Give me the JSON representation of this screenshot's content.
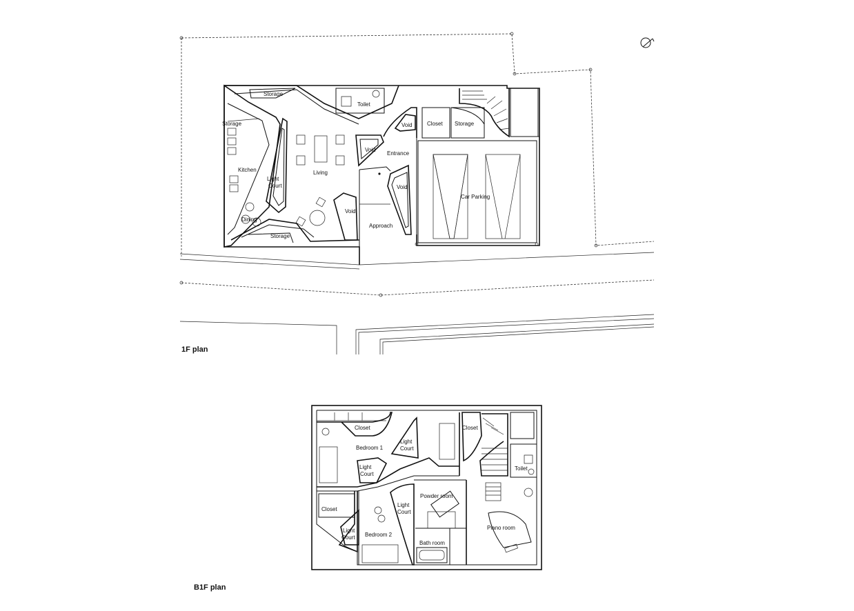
{
  "ground_floor": {
    "caption": "1F plan",
    "rooms": {
      "storage_top": "Storage",
      "toilet": "Toilet",
      "storage_left": "Storage",
      "kitchen": "Kitchen",
      "light_court_1": "Light\nCourt",
      "living": "Living",
      "dining": "Dining",
      "storage_bottom": "Storage",
      "void_1": "Void",
      "entrance": "Entrance",
      "void_2": "Void",
      "void_3": "Void",
      "void_4": "Void",
      "approach": "Approach",
      "closet": "Closet",
      "storage_right": "Storage",
      "car_parking": "Car Parking"
    }
  },
  "basement_floor": {
    "caption": "B1F plan",
    "rooms": {
      "closet_1": "Closet",
      "closet_2": "Closet",
      "closet_3": "Closet",
      "bedroom_1": "Bedroom 1",
      "light_court_a": "Light\nCourt",
      "light_court_b": "Light\nCourt",
      "light_court_c": "Light\nCourt",
      "light_court_d": "Light\nCourt",
      "toilet": "Toilet",
      "powder_room": "Powder room",
      "bedroom_2": "Bedroom 2",
      "bath_room": "Bath room",
      "piano_room": "Piano room"
    }
  }
}
